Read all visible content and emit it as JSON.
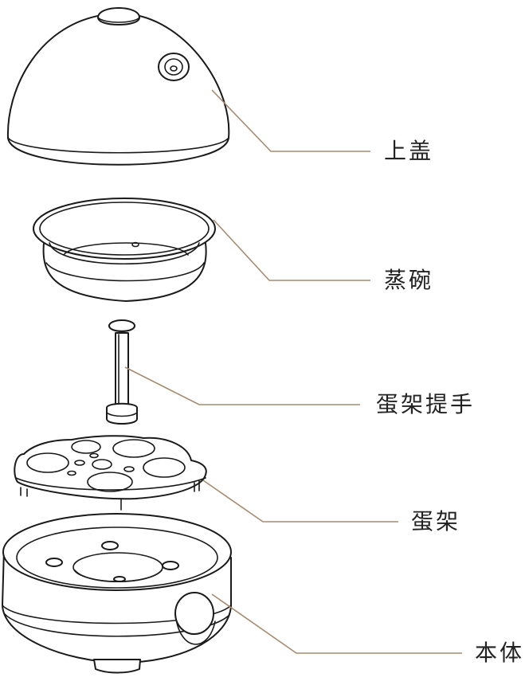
{
  "labels": {
    "lid": "上盖",
    "steam_bowl": "蒸碗",
    "egg_rack_handle": "蛋架提手",
    "egg_rack": "蛋架",
    "body": "本体"
  },
  "colors": {
    "leader": "#a68a6d",
    "outline": "#1a1a1a",
    "label_text": "#222222"
  }
}
